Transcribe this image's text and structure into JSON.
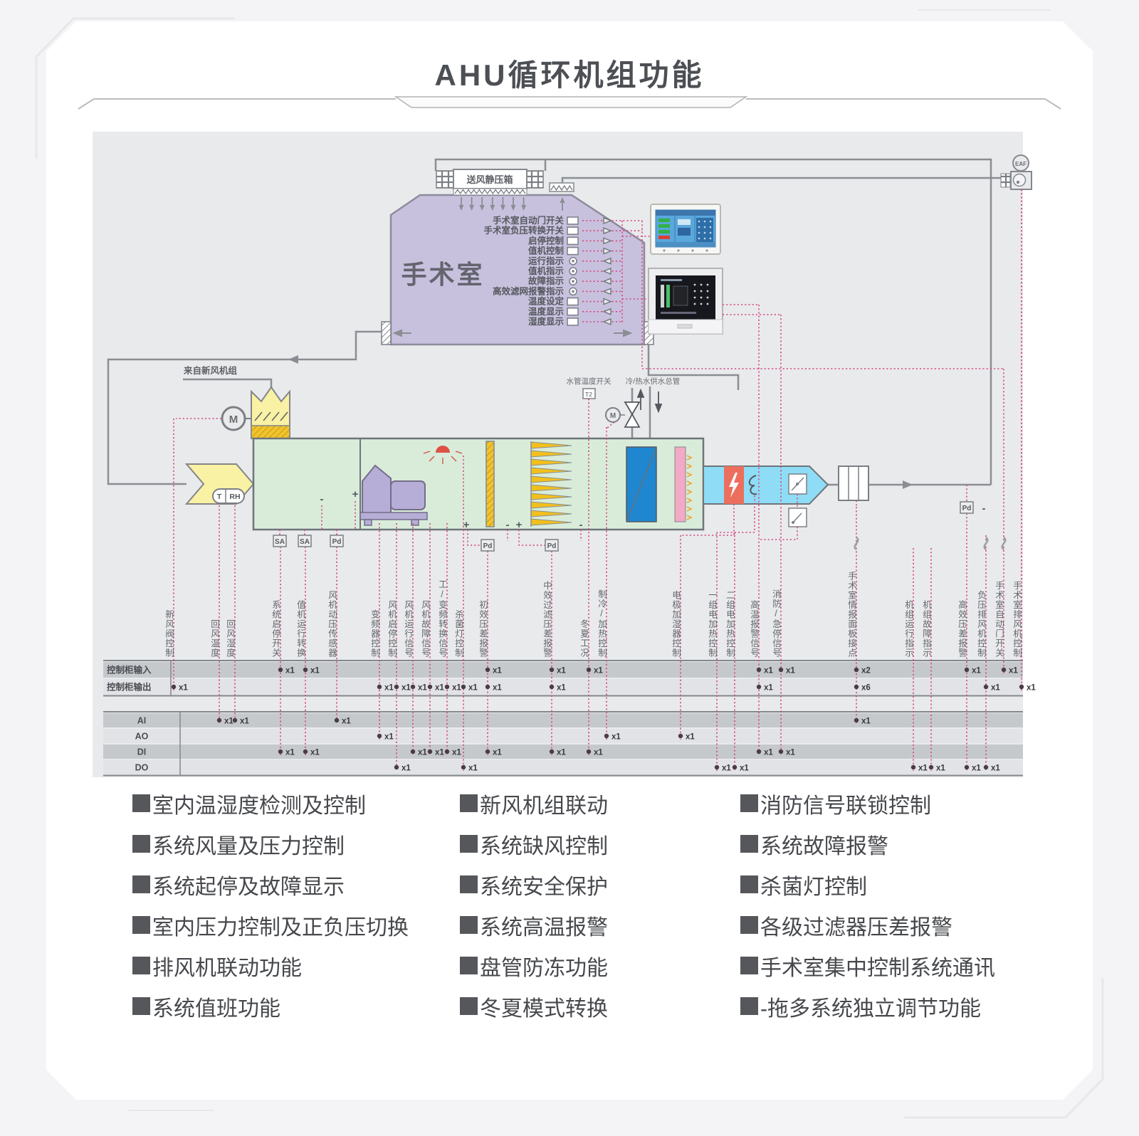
{
  "title": "AHU循环机组功能",
  "diagram": {
    "plenum": "送风静压箱",
    "room": "手术室",
    "fresh_air": "来自新风机组",
    "water_temp_switch": "水管温度开关",
    "water_supply_main": "冷/热水供水总管",
    "eaf": "EAF",
    "sensors": {
      "m": "M",
      "t": "T",
      "rh": "RH",
      "sa": "SA",
      "pd": "Pd",
      "t2": "T2",
      "plus": "+",
      "minus": "-"
    },
    "room_signals": [
      {
        "label": "手术室自动门开关",
        "icon": "box",
        "dir": "right"
      },
      {
        "label": "手术室负压转换开关",
        "icon": "box",
        "dir": "right"
      },
      {
        "label": "启停控制",
        "icon": "box",
        "dir": "right"
      },
      {
        "label": "值机控制",
        "icon": "box",
        "dir": "right"
      },
      {
        "label": "运行指示",
        "icon": "lamp",
        "dir": "left"
      },
      {
        "label": "值机指示",
        "icon": "lamp",
        "dir": "left"
      },
      {
        "label": "故障指示",
        "icon": "lamp",
        "dir": "left"
      },
      {
        "label": "高效滤网报警指示",
        "icon": "lamp",
        "dir": "left"
      },
      {
        "label": "温度设定",
        "icon": "box",
        "dir": "right"
      },
      {
        "label": "温度显示",
        "icon": "box",
        "dir": "left"
      },
      {
        "label": "湿度显示",
        "icon": "box",
        "dir": "left"
      }
    ],
    "io_rows": [
      {
        "key": "in",
        "label": "控制柜输入"
      },
      {
        "key": "out",
        "label": "控制柜输出"
      },
      {
        "key": "ai",
        "label": "AI"
      },
      {
        "key": "ao",
        "label": "AO"
      },
      {
        "key": "di",
        "label": "DI"
      },
      {
        "key": "do",
        "label": "DO"
      }
    ],
    "mark_unit": "x",
    "columns": [
      {
        "label": "新风阀控制",
        "marks": {
          "out": 1
        }
      },
      {
        "label": "回风温度",
        "marks": {
          "ai": 1
        }
      },
      {
        "label": "回风湿度",
        "marks": {
          "ai": 1
        }
      },
      {
        "label": "系统启停开关",
        "marks": {
          "in": 1,
          "di": 1
        }
      },
      {
        "label": "值机运行转换",
        "marks": {
          "in": 1,
          "di": 1
        }
      },
      {
        "label": "风机动压传感器",
        "marks": {
          "ai": 1
        }
      },
      {
        "label": "变频器控制",
        "marks": {
          "out": 1,
          "ao": 1
        }
      },
      {
        "label": "风机启停控制",
        "marks": {
          "out": 1,
          "do": 1
        }
      },
      {
        "label": "风机运行信号",
        "marks": {
          "out": 1,
          "di": 1
        }
      },
      {
        "label": "风机故障信号",
        "marks": {
          "out": 1,
          "di": 1
        }
      },
      {
        "label": "工/变频转换信号",
        "marks": {
          "out": 1,
          "di": 1
        }
      },
      {
        "label": "杀菌灯控制",
        "marks": {
          "out": 1,
          "do": 1
        }
      },
      {
        "label": "初效压差报警",
        "marks": {
          "in": 1,
          "out": 1,
          "di": 1
        }
      },
      {
        "label": "中效过滤压差报警",
        "marks": {
          "in": 1,
          "out": 1,
          "di": 1
        }
      },
      {
        "label": "冬夏工况",
        "marks": {
          "in": 1,
          "di": 1
        }
      },
      {
        "label": "制冷/加热控制",
        "marks": {
          "ao": 1
        }
      },
      {
        "label": "电极加湿器控制",
        "marks": {
          "ao": 1
        }
      },
      {
        "label": "一组电加热控制",
        "marks": {
          "do": 1
        }
      },
      {
        "label": "二组电加热控制",
        "marks": {
          "do": 1
        }
      },
      {
        "label": "高温报警信号",
        "marks": {
          "in": 1,
          "out": 1,
          "di": 1
        }
      },
      {
        "label": "消防/急停信号",
        "marks": {
          "in": 1,
          "di": 1
        }
      },
      {
        "label": "手术室情报面板接点",
        "marks": {
          "in": 2,
          "out": 6,
          "ai": 1
        },
        "squiggle": true
      },
      {
        "label": "机组运行指示",
        "marks": {
          "do": 1
        }
      },
      {
        "label": "机组故障指示",
        "marks": {
          "do": 1
        }
      },
      {
        "label": "高效压差报警",
        "marks": {
          "in": 1,
          "do": 1
        }
      },
      {
        "label": "负压排风机控制",
        "marks": {
          "out": 1,
          "do": 1
        },
        "squiggle": true
      },
      {
        "label": "手术室自动门开关",
        "marks": {
          "in": 1
        },
        "squiggle": true
      },
      {
        "label": "手术室排风机控制",
        "marks": {
          "out": 1
        }
      }
    ],
    "features": [
      [
        "室内温湿度检测及控制",
        "系统风量及压力控制",
        "系统起停及故障显示",
        "室内压力控制及正负压切换",
        "排风机联动功能",
        "系统值班功能"
      ],
      [
        "新风机组联动",
        "系统缺风控制",
        "系统安全保护",
        "系统高温报警",
        "盘管防冻功能",
        "冬夏模式转换"
      ],
      [
        "消防信号联锁控制",
        "系统故障报警",
        "杀菌灯控制",
        "各级过滤器压差报警",
        "手术室集中控制系统通讯",
        "-拖多系统独立调节功能"
      ]
    ]
  }
}
